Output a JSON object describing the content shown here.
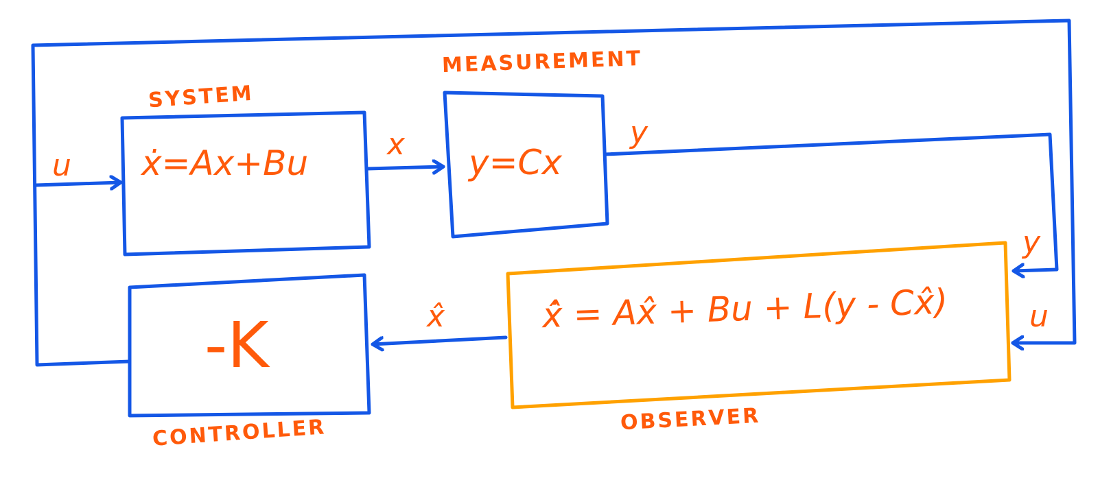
{
  "colors": {
    "wire": "#1457e6",
    "observer_box": "#ffa100",
    "text": "#ff5a0a",
    "background": "#ffffff"
  },
  "blocks": {
    "system": {
      "caption": "SYSTEM",
      "equation": "ẋ=Ax+Bu"
    },
    "measurement": {
      "caption": "MEASUREMENT",
      "equation": "y=Cx"
    },
    "controller": {
      "caption": "CONTROLLER",
      "gain": "-K"
    },
    "observer": {
      "caption": "OBSERVER",
      "equation": "x̂̇ = Ax̂ + Bu + L(y - Cx̂)"
    }
  },
  "signals": {
    "u_to_system": "u",
    "x_state": "x",
    "y_output": "y",
    "y_to_observer": "y",
    "u_to_observer": "u",
    "x_hat": "x̂"
  }
}
